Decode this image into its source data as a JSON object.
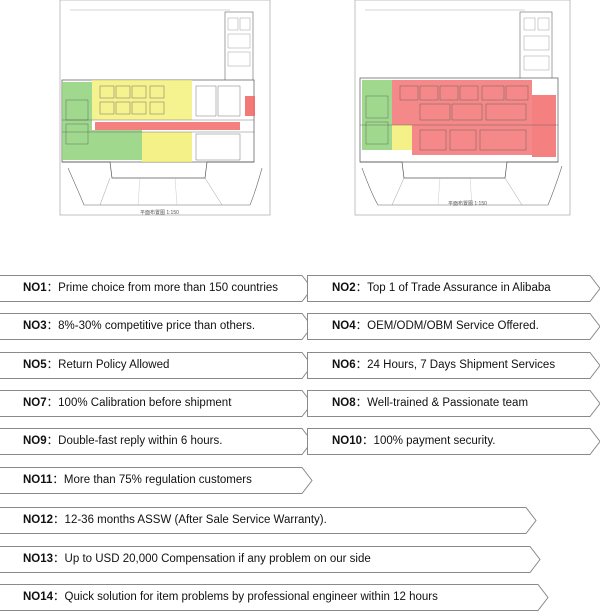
{
  "floor_plans": [
    {
      "caption": "平面布置图 1:150"
    },
    {
      "caption": "平面布置图 1:150"
    }
  ],
  "advantages": [
    {
      "no": "NO1",
      "sep": "：",
      "text": "Prime choice from more than 150 countries"
    },
    {
      "no": "NO2",
      "sep": "：",
      "text": "Top 1 of Trade Assurance in Alibaba"
    },
    {
      "no": "NO3",
      "sep": "：",
      "text": "8%-30% competitive price than others."
    },
    {
      "no": "NO4",
      "sep": "：",
      "text": "OEM/ODM/OBM Service Offered."
    },
    {
      "no": "NO5",
      "sep": "：",
      "text": "Return Policy Allowed"
    },
    {
      "no": "NO6",
      "sep": "：",
      "text": "24 Hours, 7 Days Shipment Services"
    },
    {
      "no": "NO7",
      "sep": "：",
      "text": "100% Calibration before shipment"
    },
    {
      "no": "NO8",
      "sep": "：",
      "text": "Well-trained & Passionate team"
    },
    {
      "no": "NO9",
      "sep": "：",
      "text": "Double-fast reply within 6 hours."
    },
    {
      "no": "NO10",
      "sep": "：",
      "text": "100% payment security."
    },
    {
      "no": "NO11",
      "sep": "：",
      "text": "More than 75% regulation customers"
    },
    {
      "no": "NO12",
      "sep": "：",
      "text": "12-36 months ASSW (After Sale Service Warranty)."
    },
    {
      "no": "NO13",
      "sep": "：",
      "text": "Up to USD 20,000 Compensation if any problem on our side"
    },
    {
      "no": "NO14",
      "sep": "：",
      "text": "Quick solution for item problems by professional engineer within 12 hours"
    }
  ],
  "colors": {
    "zone_green": "#8fd17a",
    "zone_yellow": "#f2ee6b",
    "zone_red": "#f26a6a",
    "line": "#666666",
    "tag_border": "#8a8a8a"
  }
}
